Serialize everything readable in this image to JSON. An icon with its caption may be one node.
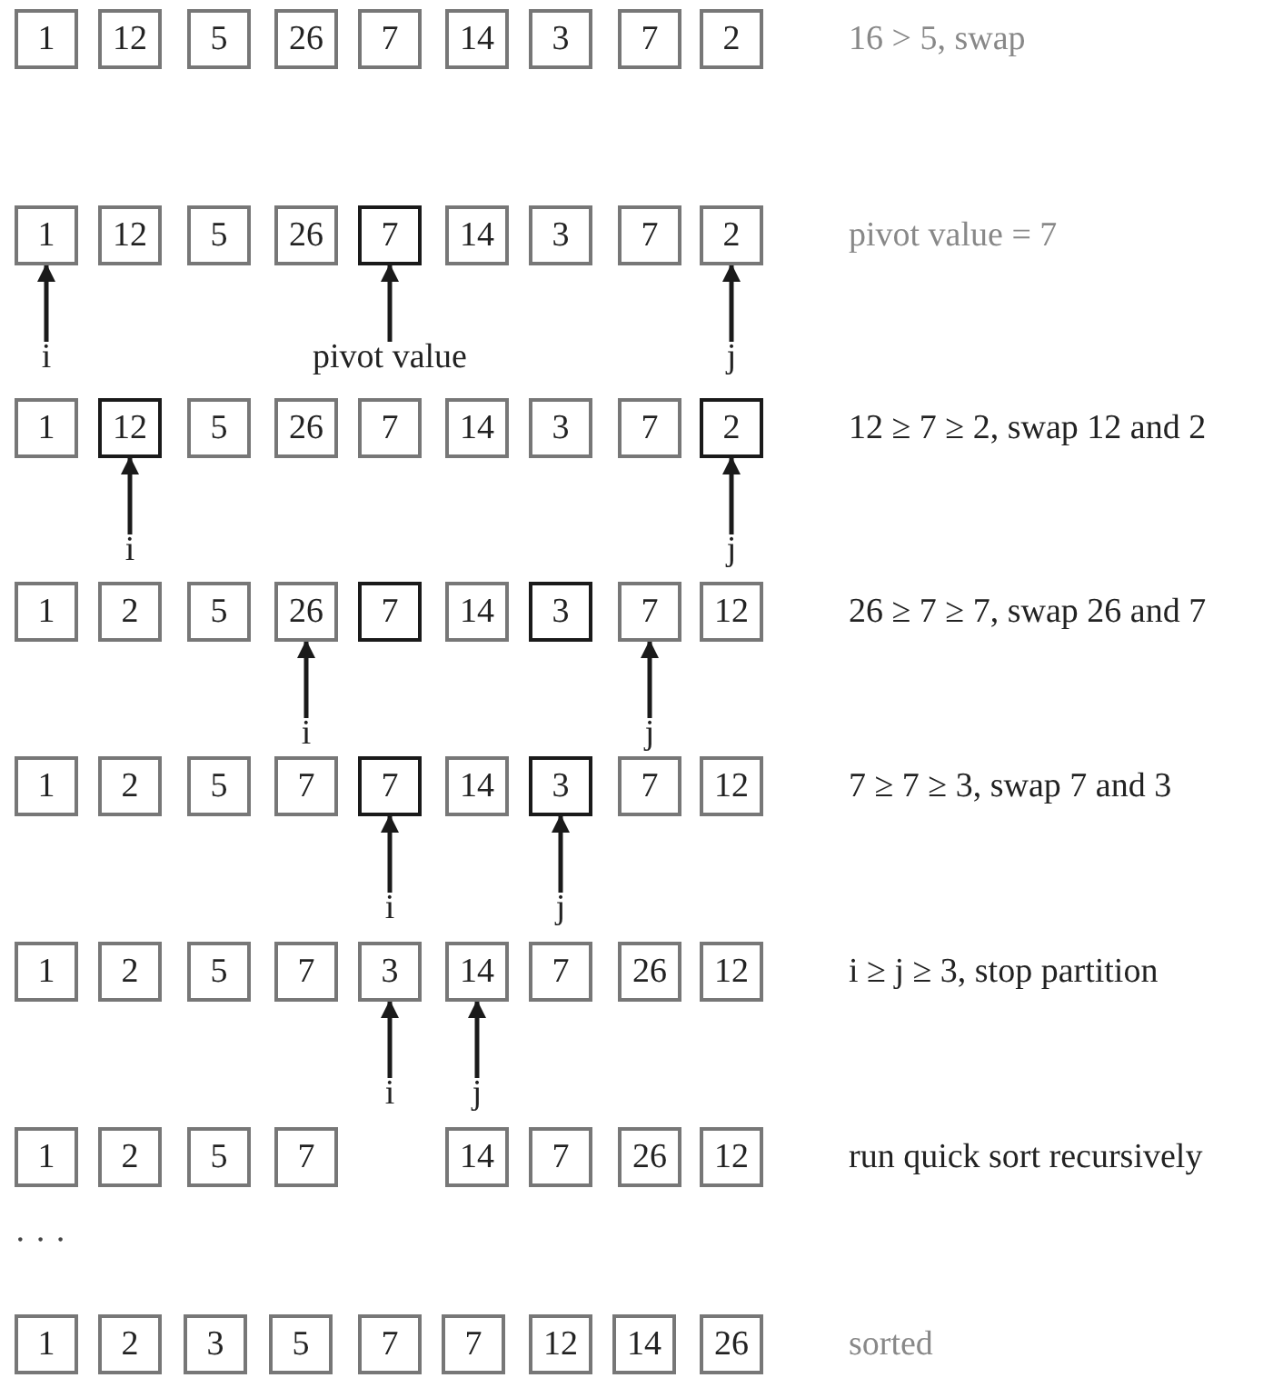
{
  "diagram": {
    "nodes": [
      {
        "text": [
          "1"
        ]
      },
      {
        "text": [
          "12"
        ]
      },
      {
        "text": [
          "5"
        ]
      },
      {
        "text": [
          "26"
        ]
      },
      {
        "text": [
          "7"
        ]
      },
      {
        "text": [
          "14"
        ]
      },
      {
        "text": [
          "3"
        ]
      },
      {
        "text": [
          "7"
        ]
      },
      {
        "text": [
          "2"
        ]
      },
      {
        "text": [
          "1"
        ]
      },
      {
        "text": [
          "12"
        ]
      },
      {
        "text": [
          "5"
        ]
      },
      {
        "text": [
          "26"
        ]
      },
      {
        "text": [
          "7"
        ]
      },
      {
        "text": [
          "14"
        ]
      },
      {
        "text": [
          "3"
        ]
      },
      {
        "text": [
          "7"
        ]
      },
      {
        "text": [
          "2"
        ]
      },
      {
        "text": [
          "i"
        ]
      },
      {
        "text": [
          "pivot value"
        ]
      },
      {
        "text": [
          "j"
        ]
      },
      {
        "text": [
          "1"
        ]
      },
      {
        "text": [
          "12"
        ]
      },
      {
        "text": [
          "5"
        ]
      },
      {
        "text": [
          "26"
        ]
      },
      {
        "text": [
          "7"
        ]
      },
      {
        "text": [
          "14"
        ]
      },
      {
        "text": [
          "3"
        ]
      },
      {
        "text": [
          "7"
        ]
      },
      {
        "text": [
          "2"
        ]
      },
      {
        "text": [
          "i"
        ]
      },
      {
        "text": [
          "j"
        ]
      },
      {
        "text": [
          "1"
        ]
      },
      {
        "text": [
          "2"
        ]
      },
      {
        "text": [
          "5"
        ]
      },
      {
        "text": [
          "26"
        ]
      },
      {
        "text": [
          "7"
        ]
      },
      {
        "text": [
          "14"
        ]
      },
      {
        "text": [
          "3"
        ]
      },
      {
        "text": [
          "7"
        ]
      },
      {
        "text": [
          "12"
        ]
      },
      {
        "text": [
          "i"
        ]
      },
      {
        "text": [
          "j"
        ]
      },
      {
        "text": [
          "1"
        ]
      },
      {
        "text": [
          "2"
        ]
      },
      {
        "text": [
          "5"
        ]
      },
      {
        "text": [
          "7"
        ]
      },
      {
        "text": [
          "7"
        ]
      },
      {
        "text": [
          "14"
        ]
      },
      {
        "text": [
          "3"
        ]
      },
      {
        "text": [
          "7"
        ]
      },
      {
        "text": [
          "12"
        ]
      },
      {
        "text": [
          "i"
        ]
      },
      {
        "text": [
          "j"
        ]
      },
      {
        "text": [
          "1"
        ]
      },
      {
        "text": [
          "2"
        ]
      },
      {
        "text": [
          "5"
        ]
      },
      {
        "text": [
          "7"
        ]
      },
      {
        "text": [
          "3"
        ]
      },
      {
        "text": [
          "14"
        ]
      },
      {
        "text": [
          "7"
        ]
      },
      {
        "text": [
          "26"
        ]
      },
      {
        "text": [
          "12"
        ]
      },
      {
        "text": [
          "i"
        ]
      },
      {
        "text": [
          "j"
        ]
      },
      {
        "text": [
          "1"
        ]
      },
      {
        "text": [
          "2"
        ]
      },
      {
        "text": [
          "5"
        ]
      },
      {
        "text": [
          "7"
        ]
      },
      {
        "text": [
          "14"
        ]
      },
      {
        "text": [
          "7"
        ]
      },
      {
        "text": [
          "26"
        ]
      },
      {
        "text": [
          "12"
        ]
      },
      {
        "text": [
          "1"
        ]
      },
      {
        "text": [
          "2"
        ]
      },
      {
        "text": [
          "3"
        ]
      },
      {
        "text": [
          "5"
        ]
      },
      {
        "text": [
          "7"
        ]
      },
      {
        "text": [
          "7"
        ]
      },
      {
        "text": [
          "12"
        ]
      },
      {
        "text": [
          "14"
        ]
      },
      {
        "text": [
          "26"
        ]
      }
    ],
    "edges": [
      {
        "from": 18,
        "to": 9,
        "arrow": "to"
      },
      {
        "from": 19,
        "to": 13,
        "arrow": "to"
      },
      {
        "from": 20,
        "to": 17,
        "arrow": "to"
      },
      {
        "from": 30,
        "to": 22,
        "arrow": "to"
      },
      {
        "from": 31,
        "to": 29,
        "arrow": "to"
      },
      {
        "from": 41,
        "to": 35,
        "arrow": "to"
      },
      {
        "from": 42,
        "to": 39,
        "arrow": "to"
      },
      {
        "from": 52,
        "to": 47,
        "arrow": "to"
      },
      {
        "from": 53,
        "to": 49,
        "arrow": "to"
      },
      {
        "from": 63,
        "to": 58,
        "arrow": "to"
      },
      {
        "from": 64,
        "to": 59,
        "arrow": "to"
      }
    ],
    "labels": [
      "16 > 5, swap",
      "pivot value = 7",
      "12 ≥ 7 ≥ 2, swap 12 and 2",
      "26 ≥ 7 ≥ 7, swap 26 and 7",
      "7 ≥ 7 ≥ 3, swap 7 and 3",
      "i ≥ j ≥ 3, stop partition",
      "run quick sort recursively",
      "· · ·",
      "sorted"
    ]
  }
}
